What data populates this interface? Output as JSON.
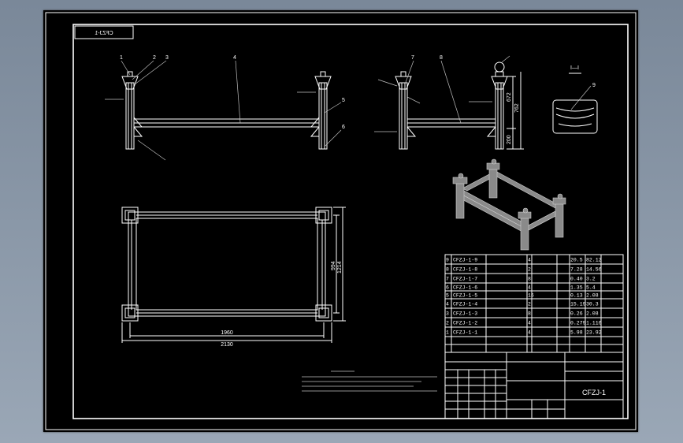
{
  "drawing": {
    "code": "CFZJ-1",
    "code_mirrored": "CFZJ-1",
    "title_block_code": "CFZJ-1",
    "balloons": [
      "1",
      "2",
      "3",
      "4",
      "5",
      "6",
      "7",
      "8",
      "9"
    ],
    "dims": {
      "plan_length_inner": "1960",
      "plan_length_outer": "2130",
      "plan_width_inner": "994",
      "plan_width_outer": "1214",
      "side_height_total": "672",
      "side_height_b": "762",
      "side_height_low": "200"
    },
    "section_label": "I—I"
  },
  "bom": {
    "rows": [
      {
        "no": "9",
        "code": "CFZJ-1-9",
        "qty": "4",
        "mass1": "20.5",
        "mass2": "82.12"
      },
      {
        "no": "8",
        "code": "CFZJ-1-8",
        "qty": "2",
        "mass1": "7.28",
        "mass2": "14.56"
      },
      {
        "no": "7",
        "code": "CFZJ-1-7",
        "qty": "8",
        "mass1": "0.40",
        "mass2": "3.2"
      },
      {
        "no": "6",
        "code": "CFZJ-1-6",
        "qty": "4",
        "mass1": "1.35",
        "mass2": "5.4"
      },
      {
        "no": "5",
        "code": "CFZJ-1-5",
        "qty": "16",
        "mass1": "0.13",
        "mass2": "2.08"
      },
      {
        "no": "4",
        "code": "CFZJ-1-4",
        "qty": "2",
        "mass1": "15.19",
        "mass2": "30.3"
      },
      {
        "no": "3",
        "code": "CFZJ-1-3",
        "qty": "8",
        "mass1": "0.26",
        "mass2": "2.08"
      },
      {
        "no": "2",
        "code": "CFZJ-1-2",
        "qty": "4",
        "mass1": "0.279",
        "mass2": "1.116"
      },
      {
        "no": "1",
        "code": "CFZJ-1-1",
        "qty": "4",
        "mass1": "5.98",
        "mass2": "23.92"
      }
    ]
  }
}
